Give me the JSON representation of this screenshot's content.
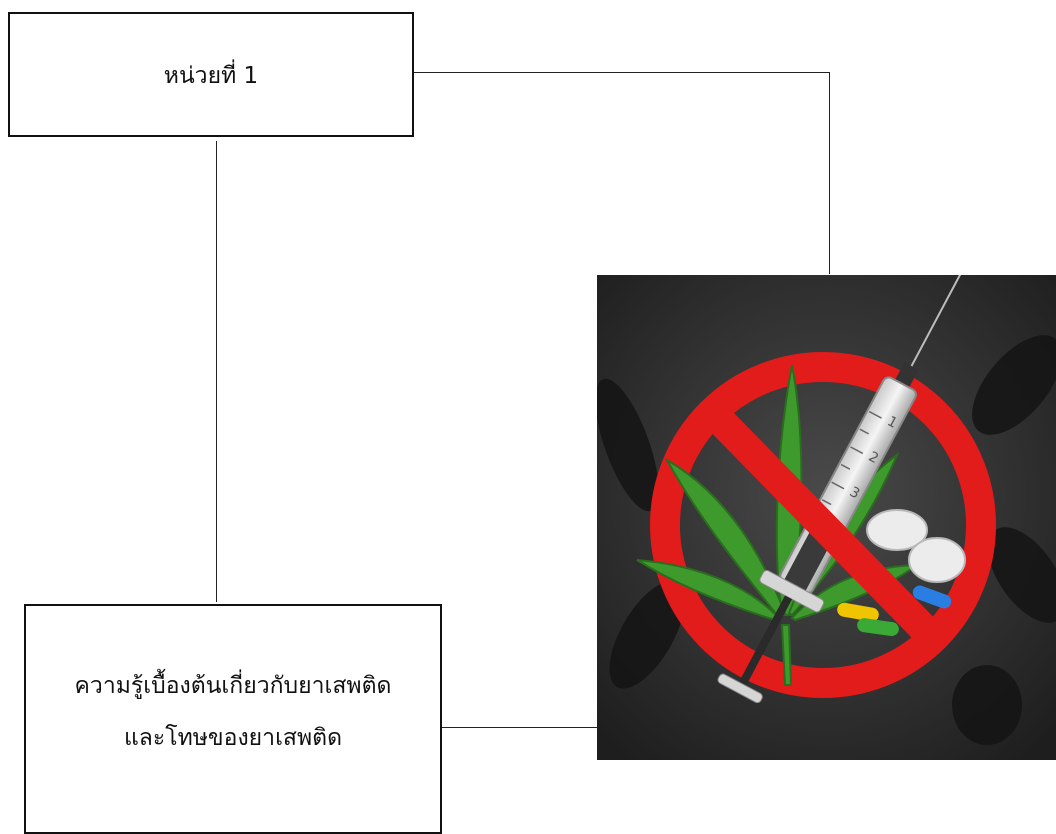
{
  "diagram": {
    "unit_box": {
      "text": "หน่วยที่ 1"
    },
    "topic_box": {
      "line1": "ความรู้เบื้องต้นเกี่ยวกับยาเสพติด",
      "line2": "และโทษของยาเสพติด"
    },
    "illustration": {
      "icon": "no-drugs-icon",
      "syringe_marks": [
        "1",
        "2",
        "3"
      ],
      "colors": {
        "background": "#2a2a2a",
        "prohibition": "#e21b1b",
        "leaf": "#3f9a2e",
        "pill_white": "#ececec"
      }
    }
  }
}
